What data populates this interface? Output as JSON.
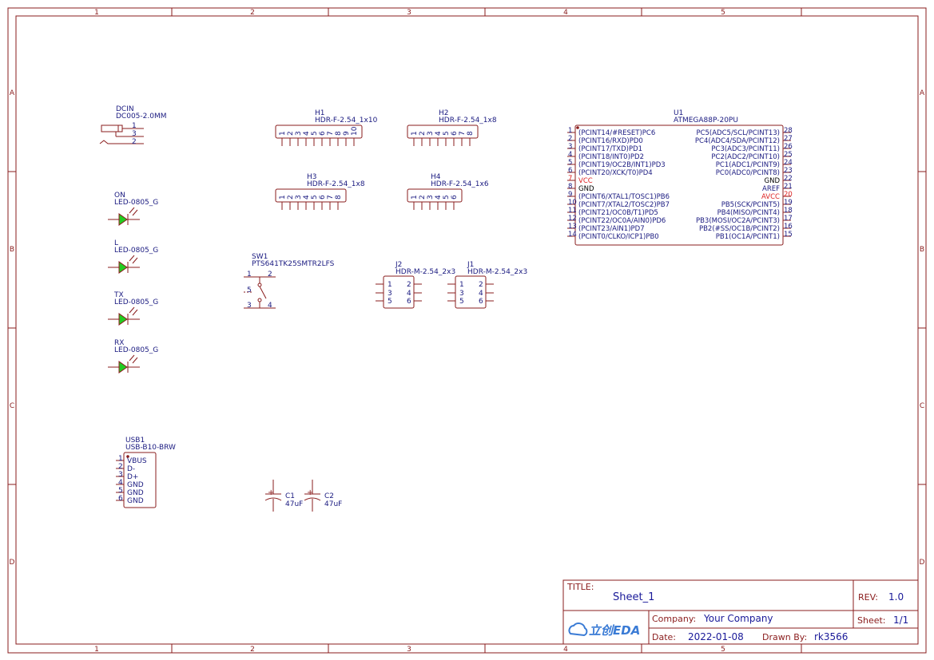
{
  "frame": {
    "cols": [
      "1",
      "2",
      "3",
      "4",
      "5"
    ],
    "rows": [
      "A",
      "B",
      "C",
      "D"
    ]
  },
  "components": {
    "dcin": {
      "ref": "DCIN",
      "value": "DC005-2.0MM",
      "pins": [
        "1",
        "3",
        "2"
      ]
    },
    "h1": {
      "ref": "H1",
      "value": "HDR-F-2.54_1x10",
      "pins": [
        "1",
        "2",
        "3",
        "4",
        "5",
        "6",
        "7",
        "8",
        "9",
        "10"
      ]
    },
    "h2": {
      "ref": "H2",
      "value": "HDR-F-2.54_1x8",
      "pins": [
        "1",
        "2",
        "3",
        "4",
        "5",
        "6",
        "7",
        "8"
      ]
    },
    "h3": {
      "ref": "H3",
      "value": "HDR-F-2.54_1x8",
      "pins": [
        "1",
        "2",
        "3",
        "4",
        "5",
        "6",
        "7",
        "8"
      ]
    },
    "h4": {
      "ref": "H4",
      "value": "HDR-F-2.54_1x6",
      "pins": [
        "1",
        "2",
        "3",
        "4",
        "5",
        "6"
      ]
    },
    "led_on": {
      "ref": "ON",
      "value": "LED-0805_G"
    },
    "led_l": {
      "ref": "L",
      "value": "LED-0805_G"
    },
    "led_tx": {
      "ref": "TX",
      "value": "LED-0805_G"
    },
    "led_rx": {
      "ref": "RX",
      "value": "LED-0805_G"
    },
    "sw1": {
      "ref": "SW1",
      "value": "PTS641TK25SMTR2LFS",
      "pins": [
        "1",
        "2",
        "5",
        "3",
        "4"
      ]
    },
    "j2": {
      "ref": "J2",
      "value": "HDR-M-2.54_2x3",
      "pins": [
        "1",
        "2",
        "3",
        "4",
        "5",
        "6"
      ]
    },
    "j1": {
      "ref": "J1",
      "value": "HDR-M-2.54_2x3",
      "pins": [
        "1",
        "2",
        "3",
        "4",
        "5",
        "6"
      ]
    },
    "usb1": {
      "ref": "USB1",
      "value": "USB-B10-BRW",
      "pin_nums": [
        "1",
        "2",
        "3",
        "4",
        "5",
        "6"
      ],
      "pin_names": [
        "VBUS",
        "D-",
        "D+",
        "GND",
        "GND",
        "GND"
      ]
    },
    "c1": {
      "ref": "C1",
      "value": "47uF"
    },
    "c2": {
      "ref": "C2",
      "value": "47uF"
    },
    "u1": {
      "ref": "U1",
      "value": "ATMEGA88P-20PU",
      "left_nums": [
        "1",
        "2",
        "3",
        "4",
        "5",
        "6",
        "7",
        "8",
        "9",
        "10",
        "11",
        "12",
        "13",
        "14"
      ],
      "left_names": [
        "(PCINT14/#RESET)PC6",
        "(PCINT16/RXD)PD0",
        "(PCINT17/TXD)PD1",
        "(PCINT18/INT0)PD2",
        "(PCINT19/OC2B/INT1)PD3",
        "(PCINT20/XCK/T0)PD4",
        "VCC",
        "GND",
        "(PCINT6/XTAL1/TOSC1)PB6",
        "(PCINT7/XTAL2/TOSC2)PB7",
        "(PCINT21/OC0B/T1)PD5",
        "(PCINT22/OC0A/AIN0)PD6",
        "(PCINT23/AIN1)PD7",
        "(PCINT0/CLKO/ICP1)PB0"
      ],
      "right_nums": [
        "28",
        "27",
        "26",
        "25",
        "24",
        "23",
        "22",
        "21",
        "20",
        "19",
        "18",
        "17",
        "16",
        "15"
      ],
      "right_names": [
        "PC5(ADC5/SCL/PCINT13)",
        "PC4(ADC4/SDA/PCINT12)",
        "PC3(ADC3/PCINT11)",
        "PC2(ADC2/PCINT10)",
        "PC1(ADC1/PCINT9)",
        "PC0(ADC0/PCINT8)",
        "GND",
        "AREF",
        "AVCC",
        "PB5(SCK/PCINT5)",
        "PB4(MISO/PCINT4)",
        "PB3(MOSI/OC2A/PCINT3)",
        "PB2(#SS/OC1B/PCINT2)",
        "PB1(OC1A/PCINT1)"
      ]
    }
  },
  "title_block": {
    "title_label": "TITLE:",
    "title": "Sheet_1",
    "rev_label": "REV:",
    "rev": "1.0",
    "company_label": "Company:",
    "company": "Your Company",
    "sheet_label": "Sheet:",
    "sheet": "1/1",
    "date_label": "Date:",
    "date": "2022-01-08",
    "drawn_label": "Drawn By:",
    "drawn": "rk3566",
    "logo_text": "立创EDA"
  },
  "colors": {
    "frame": "#8a1c1c",
    "label": "#1a1a80",
    "power_pin": "#dd2222",
    "led_fill": "#22cc22"
  }
}
